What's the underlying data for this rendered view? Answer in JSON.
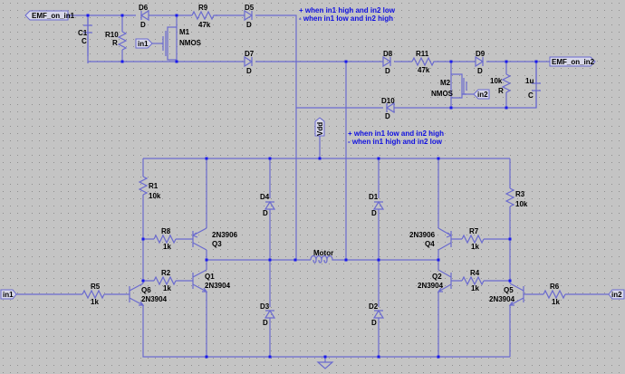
{
  "flags": {
    "emf_in1": "EMF_on_in1",
    "emf_in2": "EMF_on_in2",
    "in1": "in1",
    "in2": "in2",
    "in1_gate": "in1",
    "in2_gate": "in2",
    "vdd": "Vdd"
  },
  "comments": {
    "top": [
      "+ when in1 high and in2 low",
      "- when in1 low and in2 high"
    ],
    "mid": [
      "+ when in1 low and in2 high",
      "- when in1 high and in2 low"
    ]
  },
  "components": {
    "C1": {
      "name": "C1",
      "value": "C"
    },
    "R10": {
      "name": "R10",
      "value": "R"
    },
    "D6": {
      "name": "D6",
      "value": "D"
    },
    "M1": {
      "name": "M1",
      "value": "NMOS"
    },
    "R9": {
      "name": "R9",
      "value": "47k"
    },
    "D5": {
      "name": "D5",
      "value": "D"
    },
    "D7": {
      "name": "D7",
      "value": "D"
    },
    "D8": {
      "name": "D8",
      "value": "D"
    },
    "R11": {
      "name": "R11",
      "value": "47k"
    },
    "D9": {
      "name": "D9",
      "value": "D"
    },
    "M2": {
      "name": "M2",
      "value": "NMOS"
    },
    "R_right": {
      "name": "R",
      "value": "10k"
    },
    "C_right": {
      "name": "C",
      "value": "1u"
    },
    "D10": {
      "name": "D10",
      "value": "D"
    },
    "R1": {
      "name": "R1",
      "value": "10k"
    },
    "R8": {
      "name": "R8",
      "value": "1k"
    },
    "R2": {
      "name": "R2",
      "value": "1k"
    },
    "R5": {
      "name": "R5",
      "value": "1k"
    },
    "Q3": {
      "name": "Q3",
      "value": "2N3906"
    },
    "Q1": {
      "name": "Q1",
      "value": "2N3904"
    },
    "Q6": {
      "name": "Q6",
      "value": "2N3904"
    },
    "D4": {
      "name": "D4",
      "value": "D"
    },
    "D3": {
      "name": "D3",
      "value": "D"
    },
    "D1": {
      "name": "D1",
      "value": "D"
    },
    "D2": {
      "name": "D2",
      "value": "D"
    },
    "Motor": {
      "name": "Motor"
    },
    "R3": {
      "name": "R3",
      "value": "10k"
    },
    "R7": {
      "name": "R7",
      "value": "1k"
    },
    "R4": {
      "name": "R4",
      "value": "1k"
    },
    "R6": {
      "name": "R6",
      "value": "1k"
    },
    "Q4": {
      "name": "Q4",
      "value": "2N3906"
    },
    "Q2": {
      "name": "Q2",
      "value": "2N3904"
    },
    "Q5": {
      "name": "Q5",
      "value": "2N3904"
    }
  }
}
